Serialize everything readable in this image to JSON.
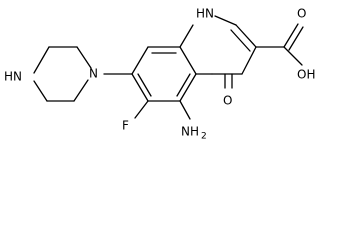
{
  "structure": {
    "atoms": {
      "nh_quinoline": "HN",
      "cooh_o1": "O",
      "cooh_oh": "OH",
      "carbonyl_o": "O",
      "nh_piperazine": "HN",
      "n_piperazine": "N",
      "fluorine": "F",
      "amino_n": "NH",
      "amino_subscript": "2"
    }
  }
}
